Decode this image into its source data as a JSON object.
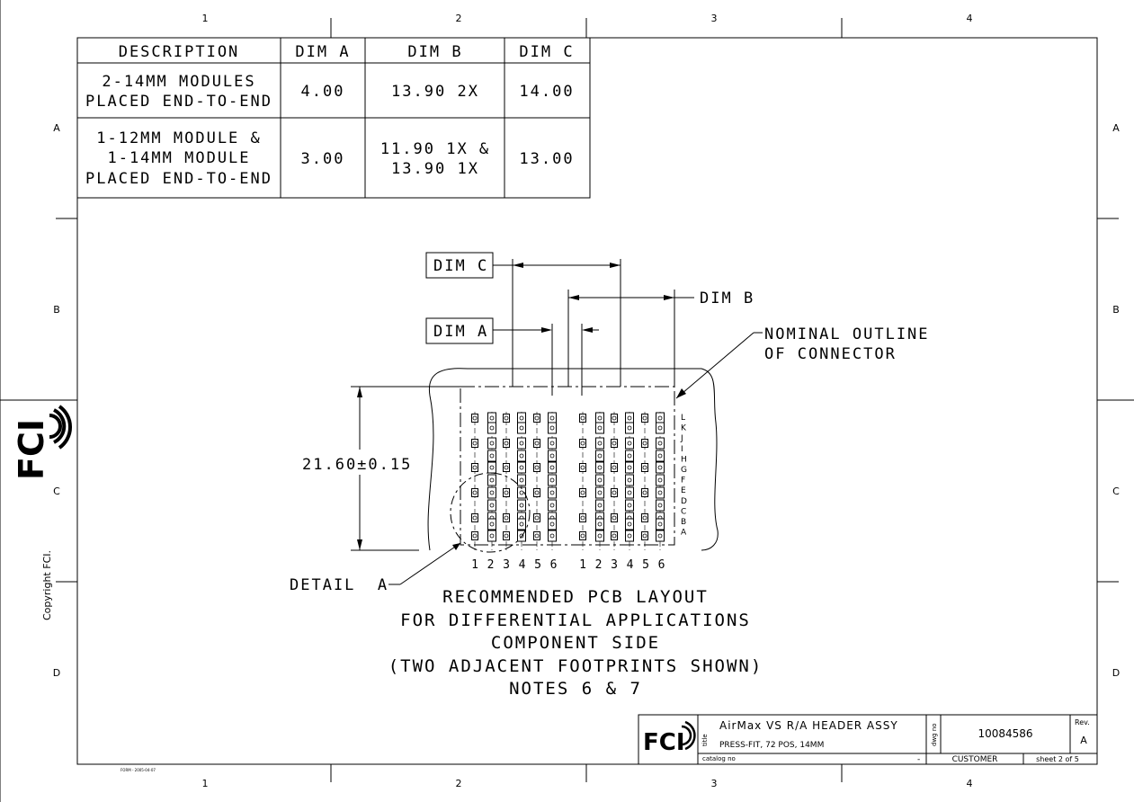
{
  "border": {
    "col_labels": [
      "1",
      "2",
      "3",
      "4"
    ],
    "row_labels": [
      "A",
      "B",
      "C",
      "D"
    ],
    "copyright": "Copyright FCI.",
    "brand": "FCI",
    "form_id": "FORM - 2005-04-07"
  },
  "dim_table": {
    "headers": [
      "DESCRIPTION",
      "DIM A",
      "DIM B",
      "DIM C"
    ],
    "rows": [
      {
        "desc": [
          "2-14MM MODULES",
          "PLACED END-TO-END"
        ],
        "dim_a": "4.00",
        "dim_b": [
          "13.90 2X"
        ],
        "dim_c": "14.00"
      },
      {
        "desc": [
          "1-12MM MODULE &",
          "1-14MM MODULE",
          "PLACED END-TO-END"
        ],
        "dim_a": "3.00",
        "dim_b": [
          "11.90 1X &",
          "13.90 1X"
        ],
        "dim_c": "13.00"
      }
    ]
  },
  "drawing": {
    "dim_c_label": "DIM C",
    "dim_a_label": "DIM A",
    "dim_b_label": "DIM B",
    "outline_note": [
      "NOMINAL OUTLINE",
      "OF CONNECTOR"
    ],
    "height_dim": "21.60±0.15",
    "detail_label": "DETAIL  A",
    "row_letters": [
      "L",
      "K",
      "J",
      "I",
      "H",
      "G",
      "F",
      "E",
      "D",
      "C",
      "B",
      "A"
    ],
    "column_numbers": [
      "1",
      "2",
      "3",
      "4",
      "5",
      "6"
    ],
    "caption": [
      "RECOMMENDED PCB LAYOUT",
      "FOR DIFFERENTIAL APPLICATIONS",
      "COMPONENT SIDE",
      "(TWO ADJACENT FOOTPRINTS SHOWN)",
      "NOTES 6 & 7"
    ]
  },
  "title_block": {
    "brand": "FCI",
    "title_label": "title",
    "title": "AirMax VS R/A HEADER ASSY",
    "subtitle": "PRESS-FIT, 72 POS, 14MM",
    "dwg_label": "dwg no",
    "dwg_no": "10084586",
    "rev_label": "Rev.",
    "rev": "A",
    "catalog_label": "catalog no",
    "catalog_value": "-",
    "customer": "CUSTOMER",
    "sheet": "sheet 2 of 5"
  }
}
